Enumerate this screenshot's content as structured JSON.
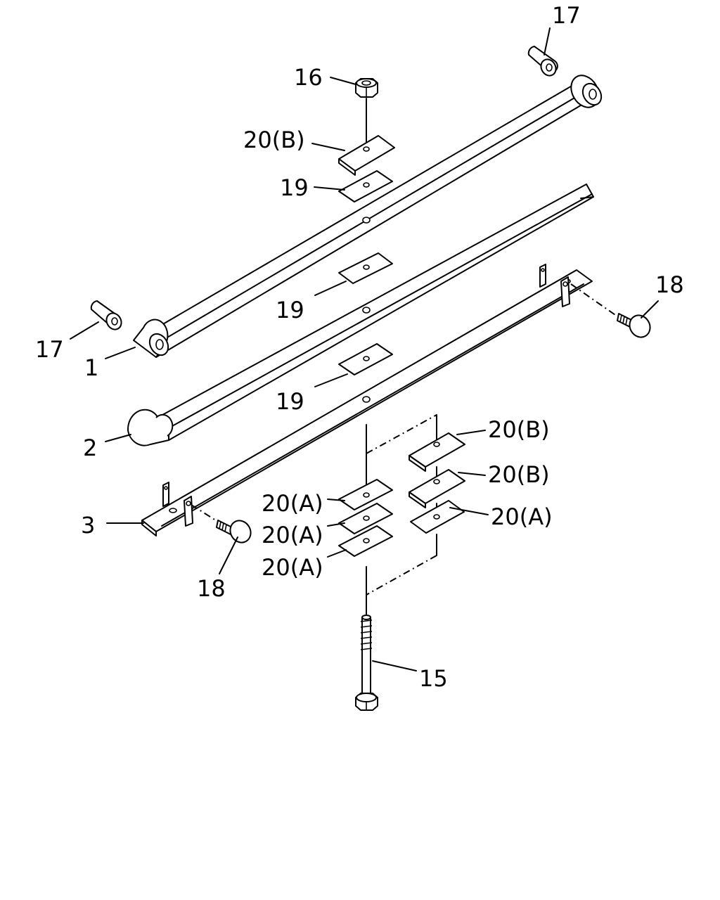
{
  "callouts": {
    "c1": "1",
    "c2": "2",
    "c3": "3",
    "c15": "15",
    "c16": "16",
    "c17_top": "17",
    "c17_left": "17",
    "c18_right": "18",
    "c18_left": "18",
    "c19_top": "19",
    "c19_mid": "19",
    "c19_low": "19",
    "c20b_top": "20(B)",
    "c20b_right1": "20(B)",
    "c20b_right2": "20(B)",
    "c20a_right": "20(A)",
    "c20a_left1": "20(A)",
    "c20a_left2": "20(A)",
    "c20a_left3": "20(A)"
  }
}
